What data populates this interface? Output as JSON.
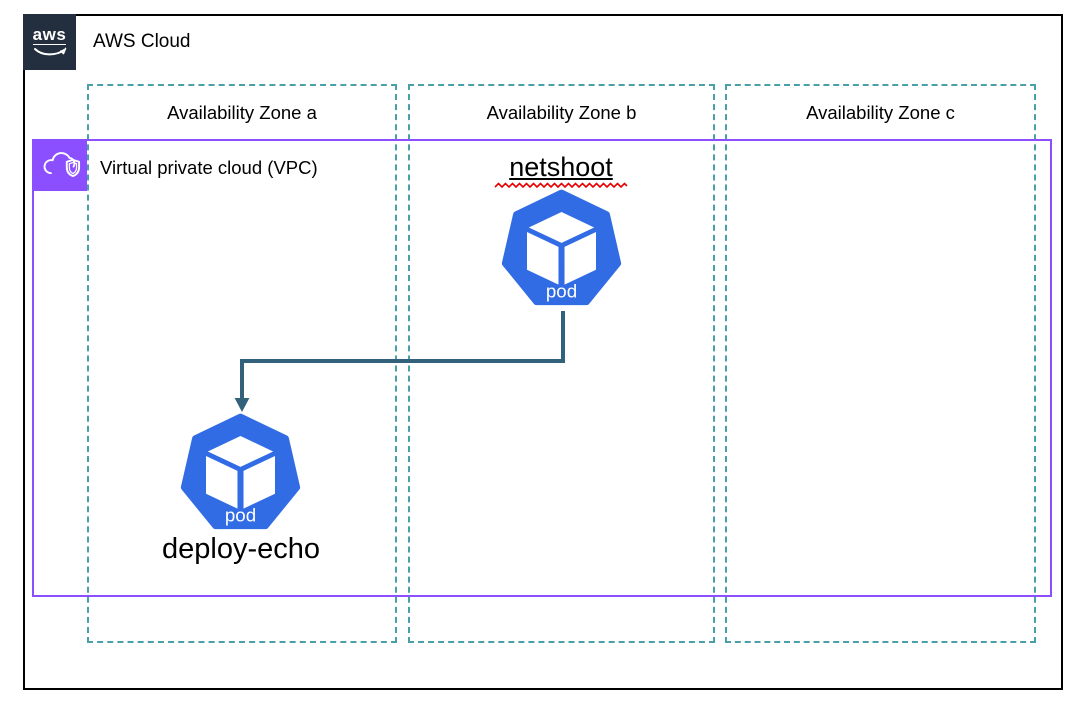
{
  "aws_cloud": {
    "label": "AWS Cloud",
    "logo_text": "aws"
  },
  "vpc": {
    "label": "Virtual private cloud (VPC)"
  },
  "availability_zones": [
    {
      "id": "a",
      "label": "Availability Zone a"
    },
    {
      "id": "b",
      "label": "Availability Zone b"
    },
    {
      "id": "c",
      "label": "Availability Zone c"
    }
  ],
  "pods": [
    {
      "name": "netshoot",
      "icon_label": "pod",
      "availability_zone": "b",
      "name_decoration": "black-underline-with-red-wavy"
    },
    {
      "name": "deploy-echo",
      "icon_label": "pod",
      "availability_zone": "a",
      "name_decoration": "none"
    }
  ],
  "connections": [
    {
      "from": "netshoot",
      "to": "deploy-echo",
      "style": "right-angle-elbow-arrow"
    }
  ],
  "colors": {
    "aws_dark_navy": "#232F3E",
    "availability_zone_border": "#4AA0A8",
    "vpc_border": "#8C4FFF",
    "pod_blue": "#326CE5",
    "arrow": "#33617B",
    "spellcheck_red": "#E60000",
    "text": "#000000",
    "outer_border": "#000000"
  }
}
